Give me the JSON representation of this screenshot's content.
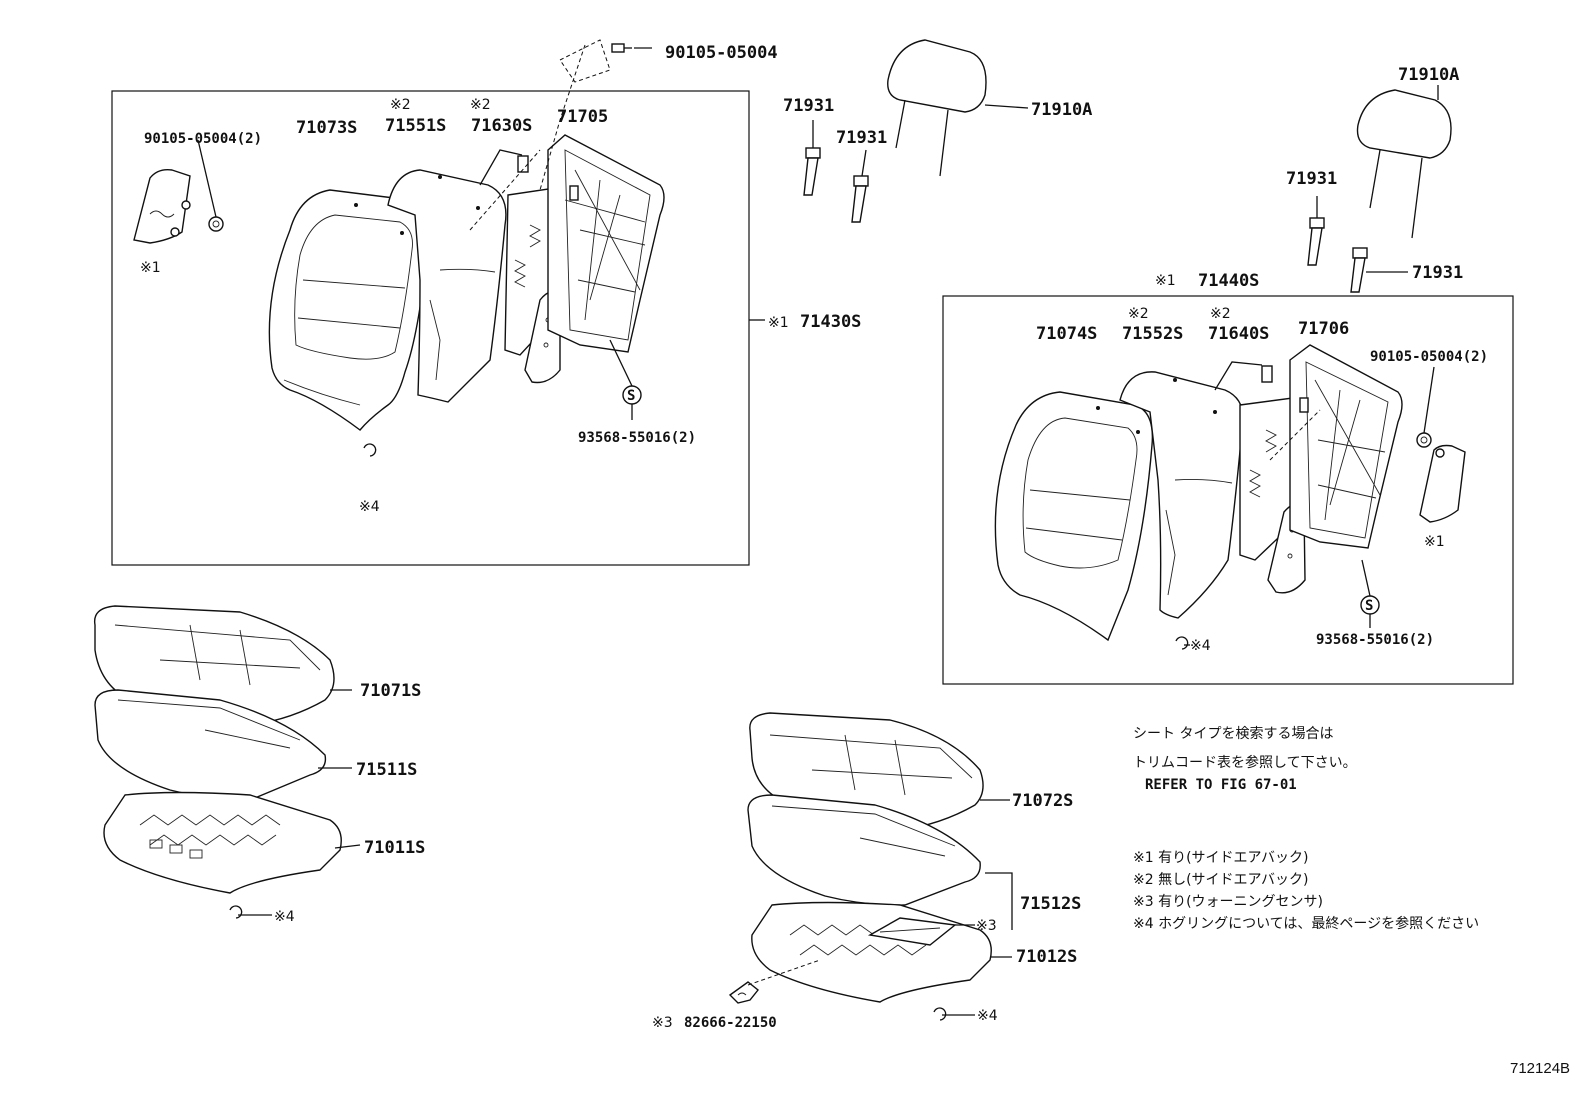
{
  "diagram": {
    "labels": {
      "p90105_05004_top": "90105-05004",
      "p90105_05004_2_left": "90105-05004(2)",
      "p71073S": "71073S",
      "p71551S": "71551S",
      "p71630S": "71630S",
      "p71705": "71705",
      "note2_a": "※2",
      "note2_b": "※2",
      "note1_left": "※1",
      "p71430S": "71430S",
      "note1_71430": "※1",
      "p93568_left": "93568-55016(2)",
      "note4_left_back": "※4",
      "p71931_a": "71931",
      "p71931_b": "71931",
      "p71910A_a": "71910A",
      "p71910A_b": "71910A",
      "p71931_c": "71931",
      "p71931_d": "71931",
      "note1_71440": "※1",
      "p71440S": "71440S",
      "note2_c": "※2",
      "note2_d": "※2",
      "p71074S": "71074S",
      "p71552S": "71552S",
      "p71640S": "71640S",
      "p71706": "71706",
      "p90105_05004_2_right": "90105-05004(2)",
      "note1_right": "※1",
      "p93568_right": "93568-55016(2)",
      "note4_right_back": "※4",
      "p71071S": "71071S",
      "p71511S": "71511S",
      "p71011S": "71011S",
      "note4_left_cushion": "※4",
      "p71072S": "71072S",
      "p71512S": "71512S",
      "note3_cushion": "※3",
      "p71012S": "71012S",
      "note4_right_cushion": "※4",
      "note3_sensor": "※3",
      "p82666_22150": "82666-22150",
      "s_marker_left": "S",
      "s_marker_right": "S"
    },
    "notes": {
      "line1": "シート タイプを検索する場合は",
      "line2": "トリムコード表を参照して下さい。",
      "line3": "REFER TO FIG 67-01",
      "legend1": "※1 有り(サイドエアバック)",
      "legend2": "※2 無し(サイドエアバック)",
      "legend3": "※3 有り(ウォーニングセンサ)",
      "legend4": "※4 ホグリングについては、最終ページを参照ください"
    },
    "figure_code": "712124B"
  }
}
